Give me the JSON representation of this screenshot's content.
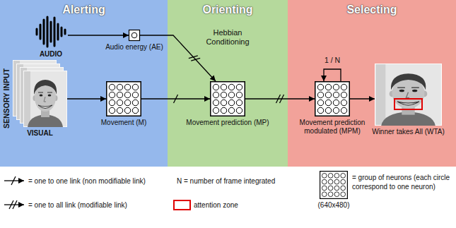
{
  "diagram": {
    "nodes": [
      {
        "text": [
          "Alerting"
        ]
      },
      {
        "text": [
          "Orienting"
        ]
      },
      {
        "text": [
          "Selecting"
        ]
      },
      {
        "text": [
          "AUDIO"
        ],
        "in": 0
      },
      {
        "text": [
          "Audio energy (AE)"
        ],
        "in": 0
      },
      {
        "text": [
          "VISUAL"
        ],
        "in": 0
      },
      {
        "text": [
          "Movement (M)"
        ],
        "in": 0
      },
      {
        "text": [
          "Movement prediction (MP)"
        ],
        "in": 1
      },
      {
        "text": [
          "Movement prediction modulated (MPM)"
        ],
        "in": 2
      },
      {
        "text": [
          "Winner takes All (WTA)"
        ],
        "in": 2
      }
    ],
    "edges": [
      {
        "from": 3,
        "to": 4,
        "arrow": "to"
      },
      {
        "from": 5,
        "to": 6,
        "arrow": "to"
      },
      {
        "from": 4,
        "to": 7,
        "arrow": "to"
      },
      {
        "from": 6,
        "to": 7,
        "arrow": "to"
      },
      {
        "from": 7,
        "to": 8,
        "arrow": "to"
      },
      {
        "from": 8,
        "to": 8,
        "label": "1 / N",
        "arrow": "to"
      },
      {
        "from": 8,
        "to": 9,
        "arrow": "to"
      }
    ],
    "labels": [
      "SENSORY INPUT",
      "Hebbian Conditioning",
      "N = number of frame integrated",
      "(640x480)"
    ],
    "legend": [
      {
        "text": "= one to one link (non modifiable link)"
      },
      {
        "text": "= group of neurons (each circle correspond to one neuron)"
      },
      {
        "text": "= one to all link (modifiable link)"
      },
      {
        "text": "attention zone"
      }
    ]
  }
}
